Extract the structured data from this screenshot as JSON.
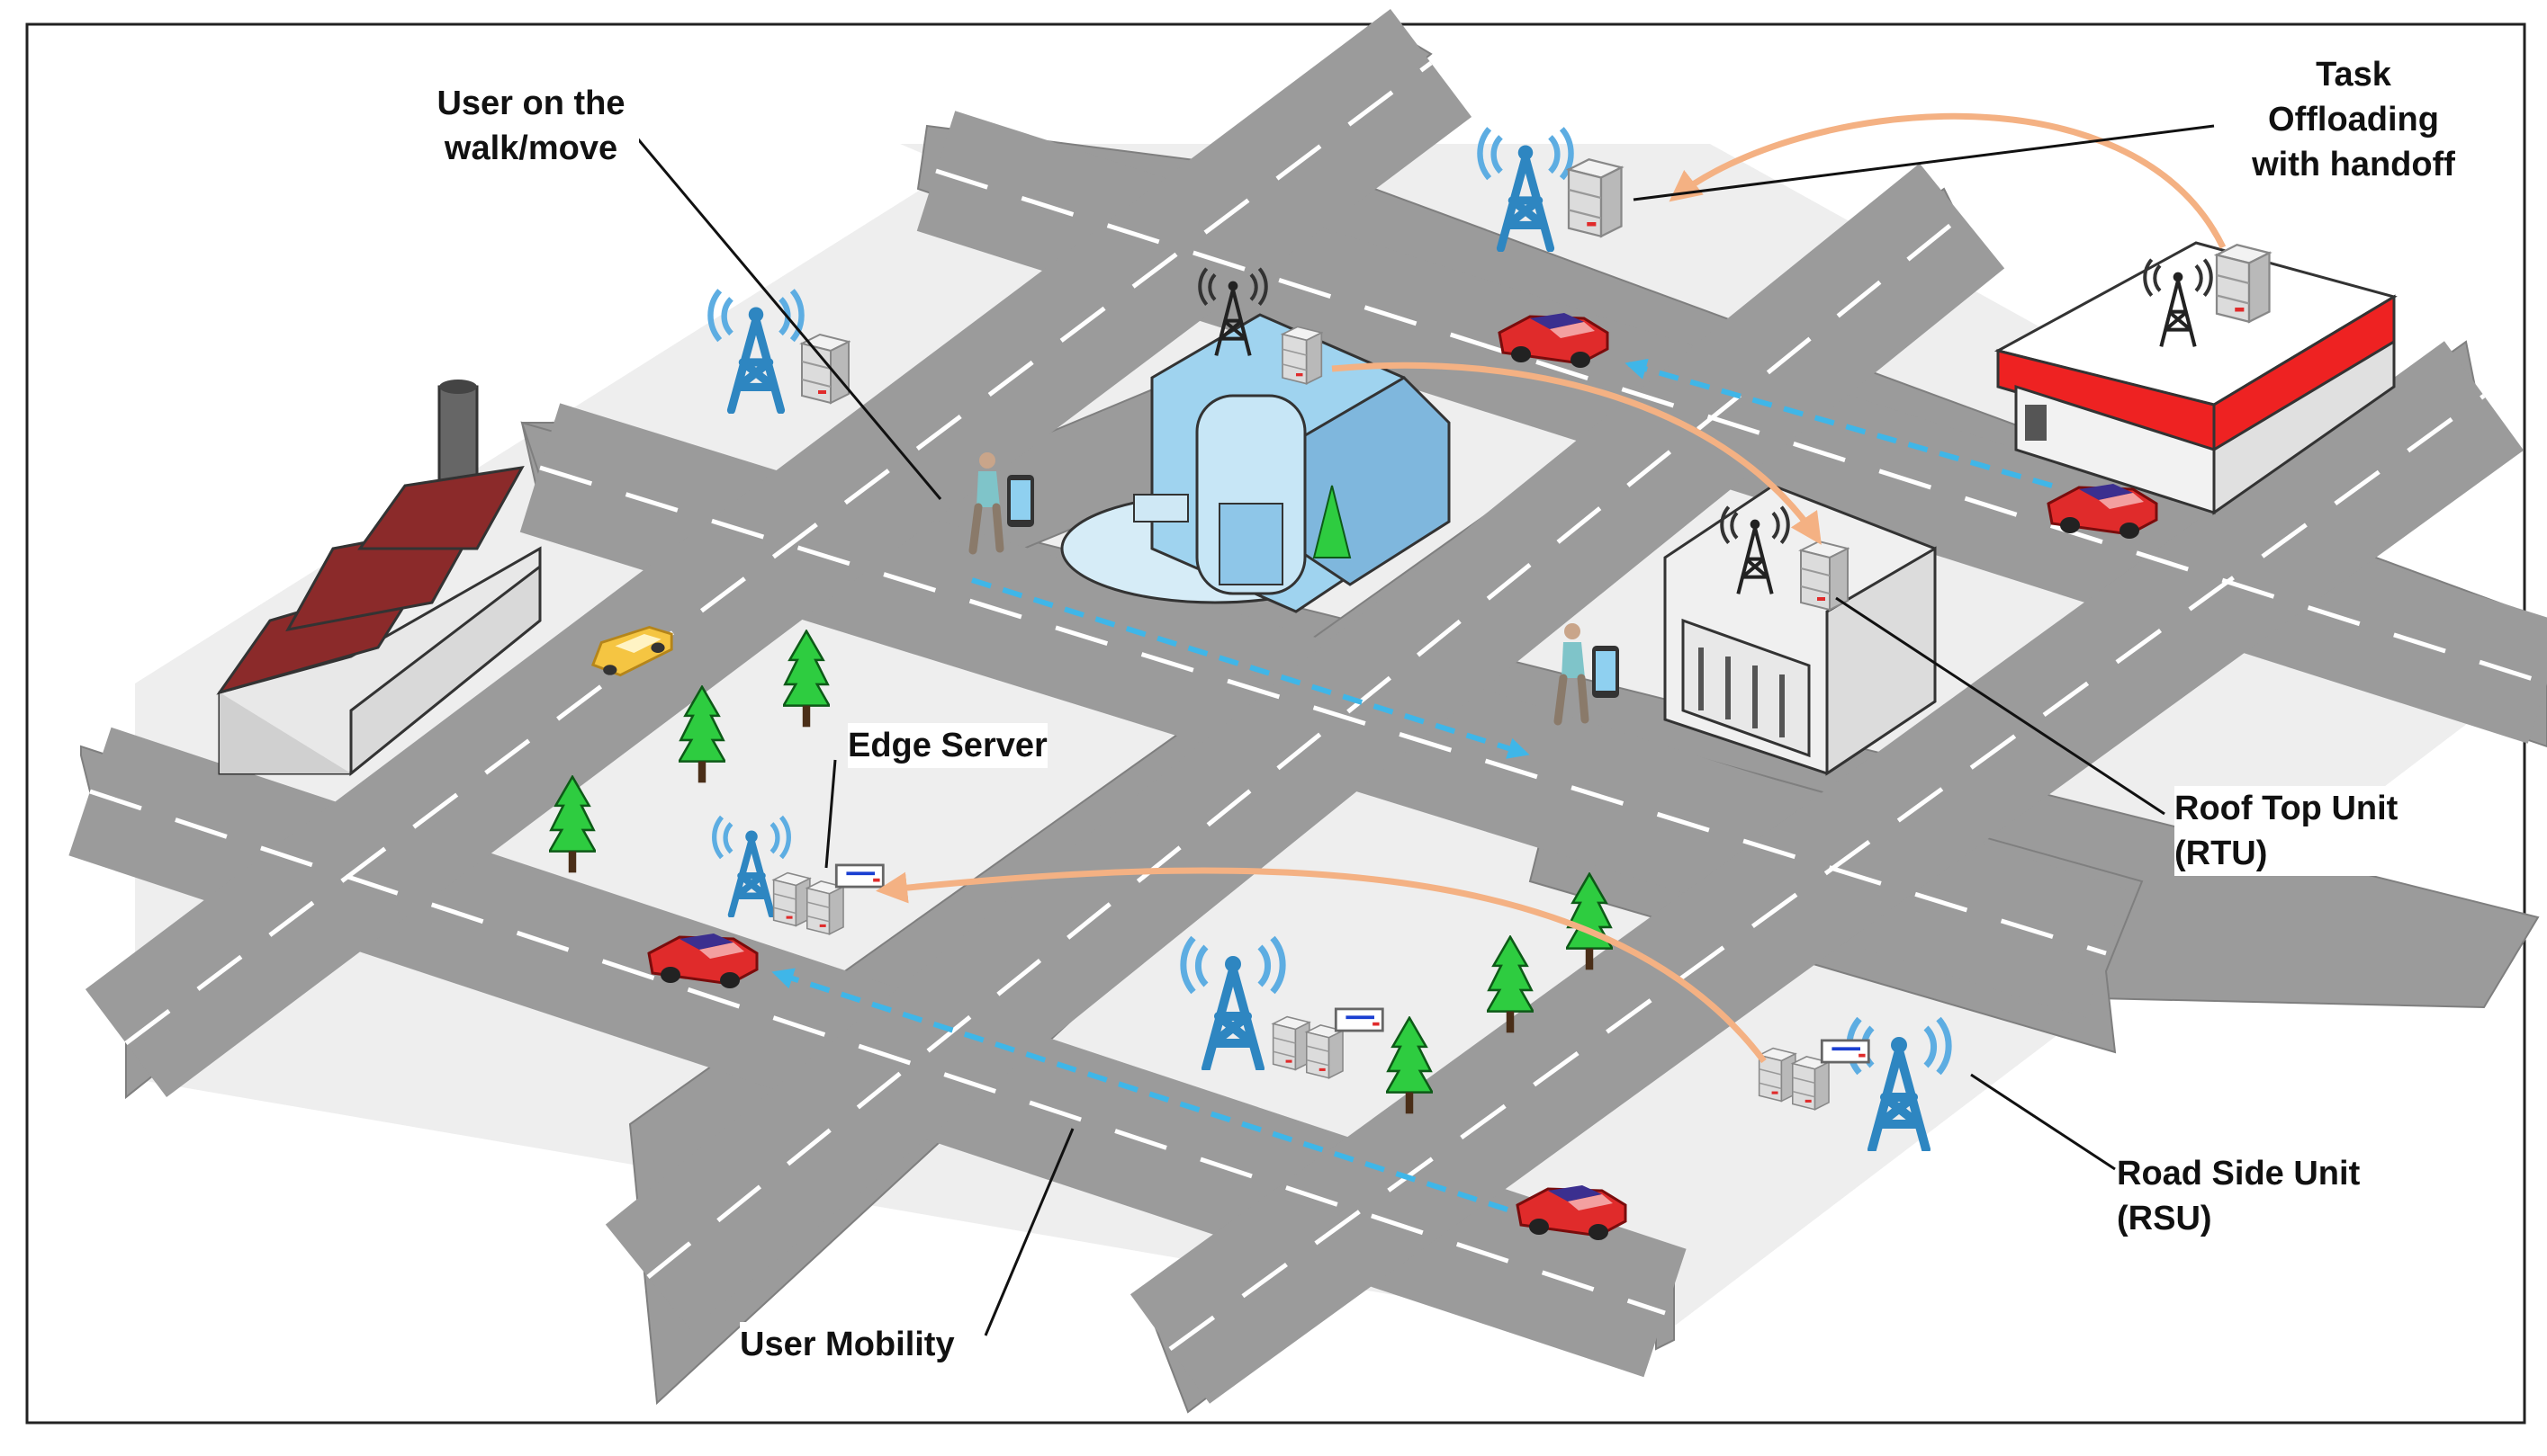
{
  "labels": {
    "user_walk_line1": "User on the",
    "user_walk_line2": "walk/move",
    "task_line1": "Task",
    "task_line2": "Offloading",
    "task_line3": "with handoff",
    "edge_server": "Edge Server",
    "rtu_line1": "Roof Top Unit",
    "rtu_line2": "(RTU)",
    "rsu_line1": "Road Side Unit",
    "rsu_line2": "(RSU)",
    "user_mobility": "User Mobility"
  },
  "colors": {
    "road": "#9b9b9b",
    "road_edge": "#7f7f7f",
    "lane_marking": "#ffffff",
    "block": "#eeeeee",
    "tower": "#2e86c1",
    "signal": "#5dade2",
    "offload_arrow": "#f4b183",
    "mobility_arrow": "#3fb6e8",
    "car": "#e02b2b",
    "taxi": "#f5c542",
    "tree": "#2ecc40",
    "factory_roof": "#8b2a2a",
    "building_blue": "#9fd3ef",
    "rtu_stripe": "#ee2222"
  },
  "icons": [
    "cell-tower-icon",
    "server-icon",
    "car-icon",
    "tree-icon",
    "pedestrian-icon",
    "smartphone-icon",
    "factory-icon",
    "office-building-icon",
    "bank-building-icon",
    "shop-building-icon"
  ]
}
